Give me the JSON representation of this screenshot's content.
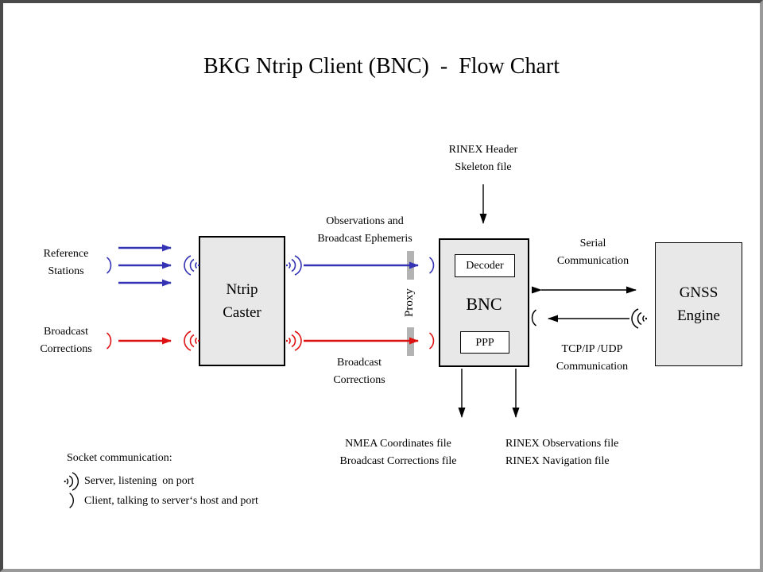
{
  "title": "BKG Ntrip Client (BNC)  -  Flow Chart",
  "nodes": {
    "ntrip_caster": "Ntrip\nCaster",
    "bnc": "BNC",
    "decoder": "Decoder",
    "ppp": "PPP",
    "gnss_engine": "GNSS\nEngine"
  },
  "labels": {
    "rinex_header": "RINEX Header\nSkeleton file",
    "reference_stations": "Reference\nStations",
    "broadcast_corrections_left": "Broadcast\nCorrections",
    "observations": "Observations and\nBroadcast Ephemeris",
    "broadcast_corrections_mid": "Broadcast\nCorrections",
    "proxy": "Proxy",
    "serial": "Serial\nCommunication",
    "tcpip": "TCP/IP /UDP\nCommunication",
    "nmea_outputs": "NMEA Coordinates file\nBroadcast Corrections file",
    "rinex_outputs": "RINEX Observations file\nRINEX Navigation file"
  },
  "legend": {
    "title": "Socket communication:",
    "server": "Server, listening  on port",
    "client": "Client, talking to server‘s host and port"
  },
  "colors": {
    "blue": "#3333b4",
    "red": "#dd1111",
    "black": "#000000",
    "box_fill": "#e8e8e8",
    "proxy_bar": "#b3b3b3",
    "frame_dark": "#4a4a4a",
    "frame_light": "#9a9a9a"
  }
}
